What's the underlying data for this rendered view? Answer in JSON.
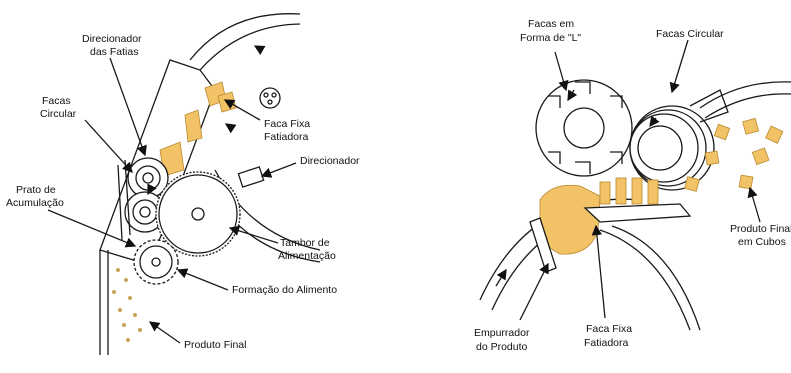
{
  "left_diagram": {
    "labels": {
      "direcionador_line1": "Direcionador",
      "direcionador_line2": "das Fatias",
      "facas_line1": "Facas",
      "facas_line2": "Circular",
      "prato_line1": "Prato de",
      "prato_line2": "Acumulação",
      "faca_fixa_line1": "Faca Fixa",
      "faca_fixa_line2": "Fatiadora",
      "direcionador": "Direcionador",
      "tambor_line1": "Tambor de",
      "tambor_line2": "Alimentação",
      "formacao": "Formação do Alimento",
      "produto_final": "Produto Final"
    }
  },
  "right_diagram": {
    "labels": {
      "facas_l_line1": "Facas em",
      "facas_l_line2": "Forma de \"L\"",
      "facas_circular": "Facas Circular",
      "produto_cubos_line1": "Produto Final",
      "produto_cubos_line2": "em Cubos",
      "empurrador_line1": "Empurrador",
      "empurrador_line2": "do Produto",
      "faca_fixa_line1": "Faca Fixa",
      "faca_fixa_line2": "Fatiadora"
    }
  },
  "colors": {
    "food": "#f1c266",
    "line": "#1a1a1a"
  }
}
